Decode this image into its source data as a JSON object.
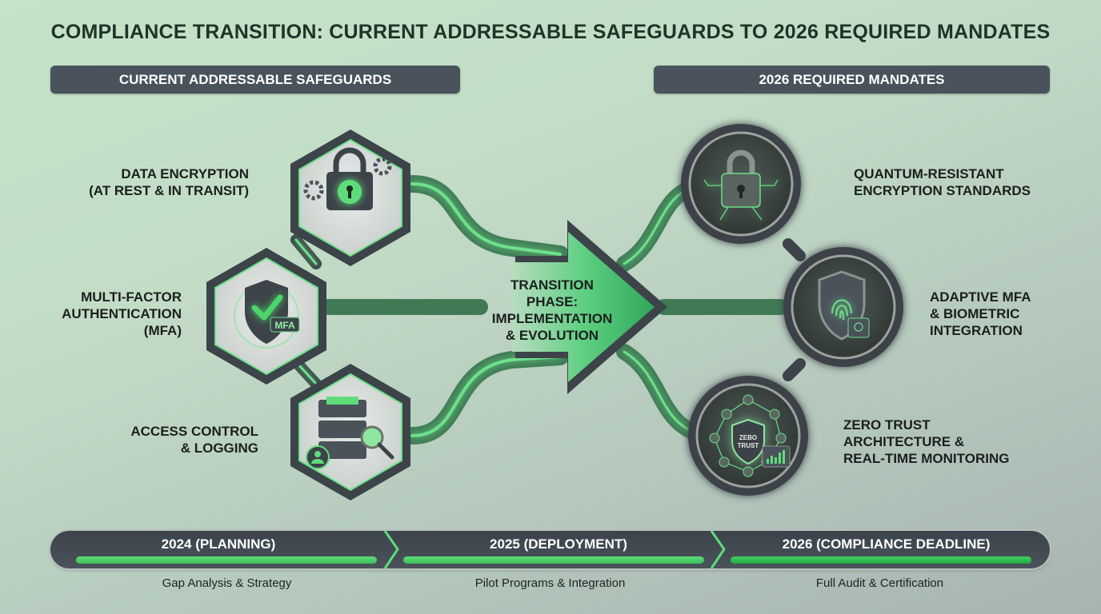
{
  "title": "COMPLIANCE TRANSITION: CURRENT ADDRESSABLE SAFEGUARDS TO 2026 REQUIRED MANDATES",
  "headers": {
    "left": "CURRENT ADDRESSABLE SAFEGUARDS",
    "right": "2026 REQUIRED MANDATES"
  },
  "current_safeguards": [
    {
      "lines": [
        "DATA ENCRYPTION",
        "(AT REST & IN TRANSIT)"
      ],
      "icon": "padlock-gears-icon"
    },
    {
      "lines": [
        "MULTI-FACTOR",
        "AUTHENTICATION",
        "(MFA)"
      ],
      "icon": "shield-check-icon",
      "badge": "MFA"
    },
    {
      "lines": [
        "ACCESS CONTROL",
        "& LOGGING"
      ],
      "icon": "server-magnifier-user-icon"
    }
  ],
  "transition": {
    "lines": [
      "TRANSITION",
      "PHASE:",
      "IMPLEMENTATION",
      "& EVOLUTION"
    ],
    "icon": "arrow-right-icon"
  },
  "required_mandates": [
    {
      "lines": [
        "QUANTUM-RESISTANT",
        "ENCRYPTION STANDARDS"
      ],
      "icon": "quantum-padlock-icon"
    },
    {
      "lines": [
        "ADAPTIVE MFA",
        "& BIOMETRIC",
        "INTEGRATION"
      ],
      "icon": "fingerprint-shield-icon"
    },
    {
      "lines": [
        "ZERO TRUST",
        "ARCHITECTURE &",
        "REAL-TIME MONITORING"
      ],
      "icon": "zero-trust-network-icon",
      "badge": "ZEBO TRUST"
    }
  ],
  "timeline": [
    {
      "label": "2024 (PLANNING)",
      "description": "Gap Analysis & Strategy"
    },
    {
      "label": "2025 (DEPLOYMENT)",
      "description": "Pilot Programs & Integration"
    },
    {
      "label": "2026 (COMPLIANCE DEADLINE)",
      "description": "Full Audit & Certification"
    }
  ],
  "colors": {
    "accent_green": "#4cd56a",
    "dark_frame": "#3c4349",
    "header_bg": "#4a535b",
    "title_text": "#1f3326"
  }
}
